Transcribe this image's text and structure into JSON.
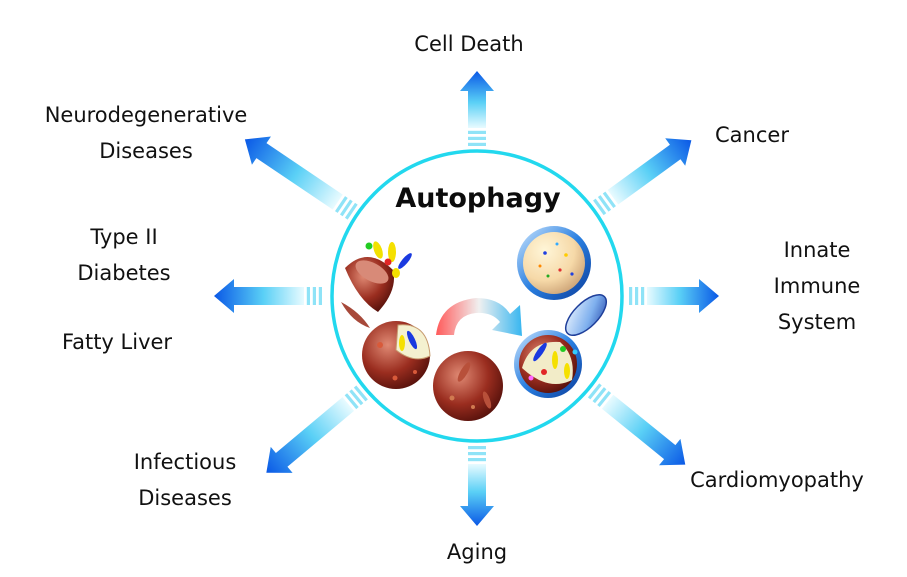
{
  "title": "Autophagy",
  "outcomes": {
    "cell_death": "Cell Death",
    "cancer": "Cancer",
    "innate_immune": [
      "Innate",
      "Immune",
      "System"
    ],
    "cardiomyopathy": "Cardiomyopathy",
    "aging": "Aging",
    "infectious": [
      "Infectious",
      "Diseases"
    ],
    "metabolic": [
      "Type II",
      "Diabetes"
    ],
    "fatty_liver": "Fatty Liver",
    "neuro": [
      "Neurodegenerative",
      "Diseases"
    ]
  },
  "colors": {
    "circle_stroke": "#22d8ee",
    "arrow_light": "#d8f6ff",
    "arrow_dark": "#0a5ce8",
    "sphere_dark": "#6b1a12",
    "sphere_light": "#c76a5a"
  },
  "icons": [
    "damaged-organelle-icon",
    "phagophore-icon",
    "autophagosome-icon",
    "lysosome-icon",
    "autolysosome-icon",
    "recycling-arrow-icon"
  ]
}
